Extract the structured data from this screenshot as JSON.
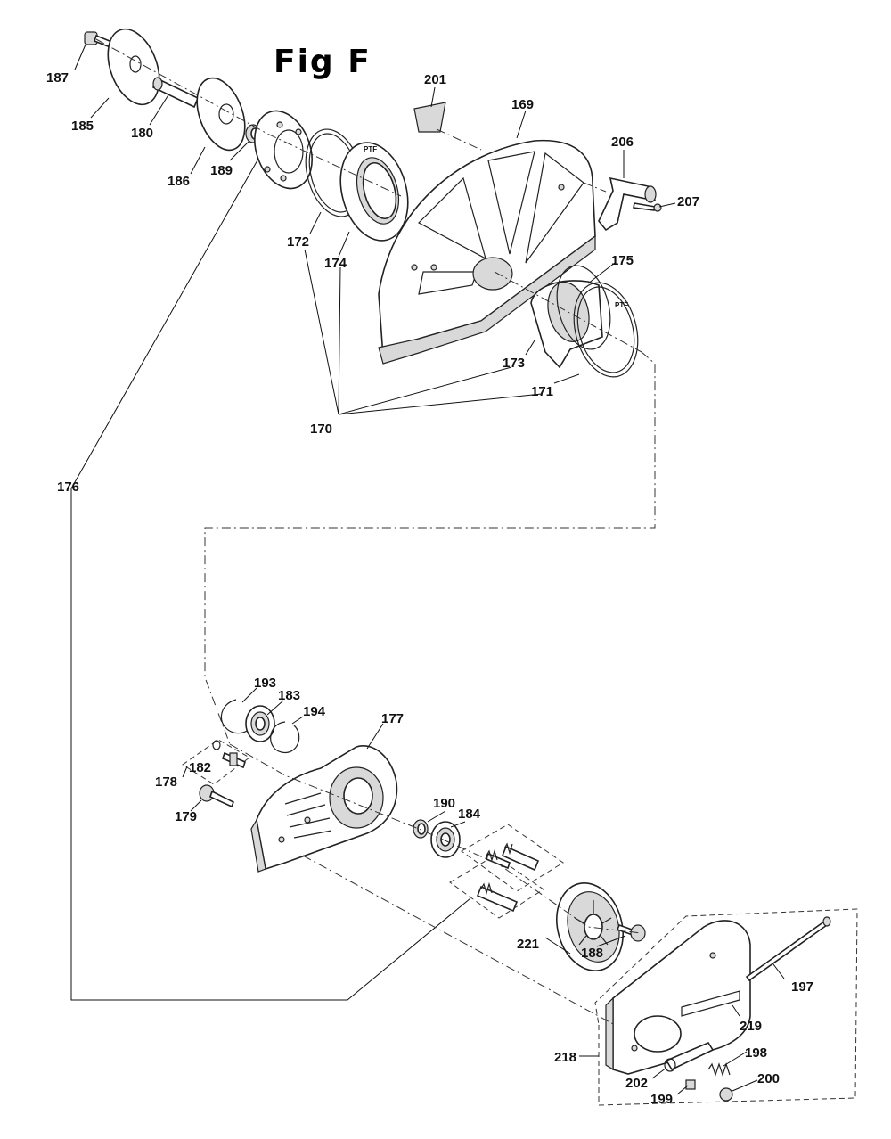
{
  "figure": {
    "title": "Fig F"
  },
  "callouts": [
    {
      "id": "c187",
      "text": "187"
    },
    {
      "id": "c185",
      "text": "185"
    },
    {
      "id": "c180",
      "text": "180"
    },
    {
      "id": "c186",
      "text": "186"
    },
    {
      "id": "c189",
      "text": "189"
    },
    {
      "id": "c201",
      "text": "201"
    },
    {
      "id": "c169",
      "text": "169"
    },
    {
      "id": "c206",
      "text": "206"
    },
    {
      "id": "c207",
      "text": "207"
    },
    {
      "id": "c172",
      "text": "172"
    },
    {
      "id": "c174",
      "text": "174"
    },
    {
      "id": "c175",
      "text": "175"
    },
    {
      "id": "c173",
      "text": "173"
    },
    {
      "id": "c171",
      "text": "171"
    },
    {
      "id": "c170",
      "text": "170"
    },
    {
      "id": "c176",
      "text": "176"
    },
    {
      "id": "c193",
      "text": "193"
    },
    {
      "id": "c183",
      "text": "183"
    },
    {
      "id": "c194",
      "text": "194"
    },
    {
      "id": "c177",
      "text": "177"
    },
    {
      "id": "c182",
      "text": "182"
    },
    {
      "id": "c178",
      "text": "178"
    },
    {
      "id": "c179",
      "text": "179"
    },
    {
      "id": "c190",
      "text": "190"
    },
    {
      "id": "c184",
      "text": "184"
    },
    {
      "id": "c221",
      "text": "221"
    },
    {
      "id": "c188",
      "text": "188"
    },
    {
      "id": "c197",
      "text": "197"
    },
    {
      "id": "c219",
      "text": "219"
    },
    {
      "id": "c218",
      "text": "218"
    },
    {
      "id": "c198",
      "text": "198"
    },
    {
      "id": "c202",
      "text": "202"
    },
    {
      "id": "c199",
      "text": "199"
    },
    {
      "id": "c200",
      "text": "200"
    }
  ],
  "marks": {
    "ptf": "PTF"
  }
}
